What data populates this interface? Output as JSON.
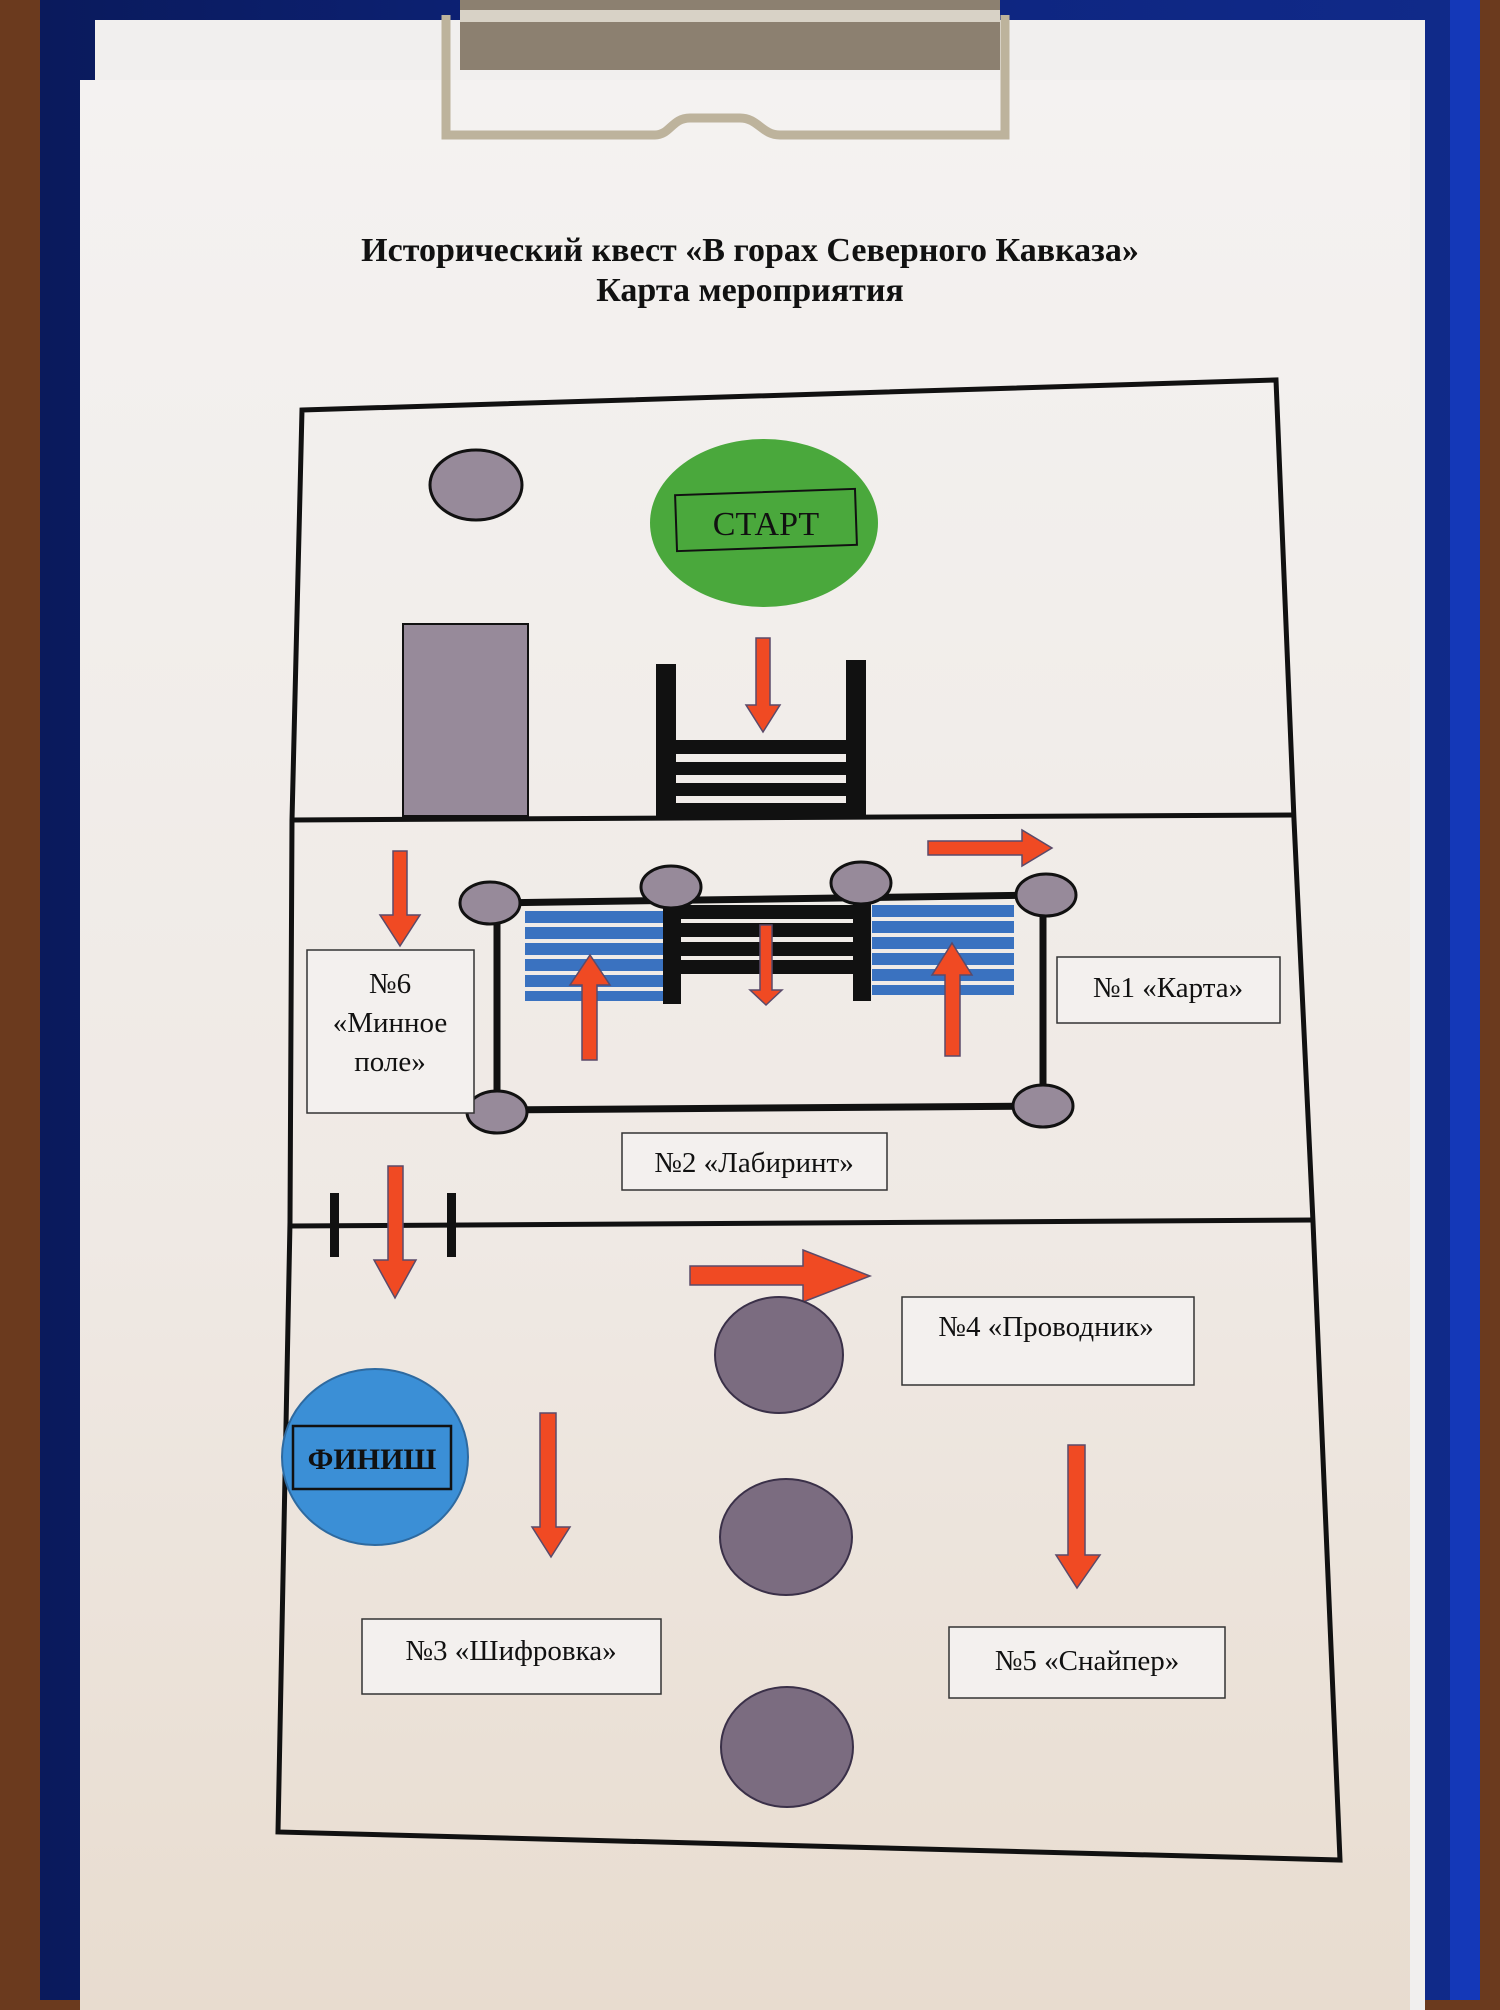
{
  "document": {
    "title_line1": "Исторический квест «В горах Северного Кавказа»",
    "title_line2": "Карта мероприятия"
  },
  "map": {
    "start_label": "СТАРТ",
    "finish_label": "ФИНИШ",
    "stations": [
      {
        "number": "№1",
        "name": "«Карта»",
        "label": "№1 «Карта»"
      },
      {
        "number": "№2",
        "name": "«Лабиринт»",
        "label": "№2 «Лабиринт»"
      },
      {
        "number": "№3",
        "name": "«Шифровка»",
        "label": "№3 «Шифровка»"
      },
      {
        "number": "№4",
        "name": "«Проводник»",
        "label": "№4 «Проводник»"
      },
      {
        "number": "№5",
        "name": "«Снайпер»",
        "label": "№5 «Снайпер»"
      },
      {
        "number": "№6",
        "name": "«Минное поле»",
        "label_lines": [
          "№6",
          "«Минное",
          "поле»"
        ]
      }
    ]
  },
  "colors": {
    "start": "#4aa83c",
    "finish": "#3b8fd6",
    "arrow": "#f04a23",
    "obstacle": "#978a9a",
    "water": "#3a72c0",
    "line": "#111111"
  }
}
